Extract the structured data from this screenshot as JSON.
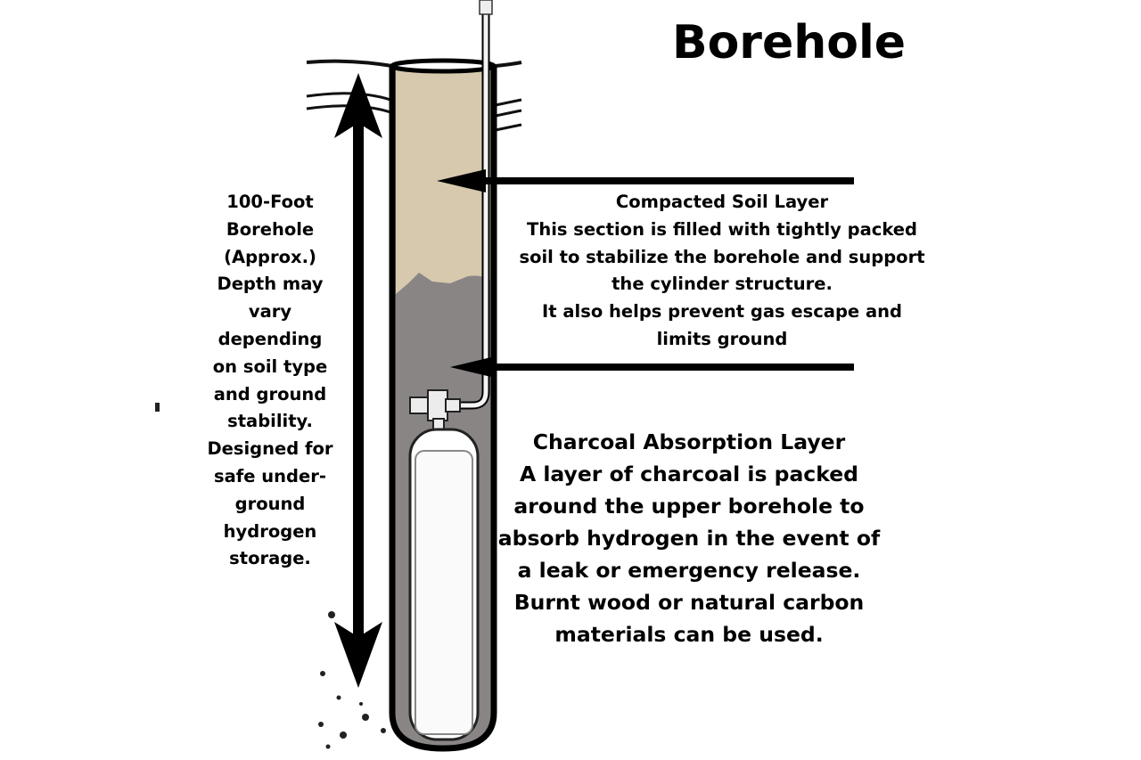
{
  "title": "Borehole",
  "depth_label": {
    "lines": [
      "100-Foot",
      "Borehole",
      "(Approx.)",
      "Depth may",
      "vary",
      "depending",
      "on soil type",
      "and ground",
      "stability.",
      "Designed for",
      "safe under-",
      "ground",
      "hydrogen",
      "storage."
    ]
  },
  "compacted_soil": {
    "lines": [
      "Compacted Soil Layer",
      "This section is filled with tightly packed",
      "soil to stabilize the borehole and support",
      "the cylinder structure.",
      "It also helps prevent gas escape and",
      "limits ground"
    ]
  },
  "charcoal": {
    "lines": [
      "Charcoal Absorption Layer",
      "A layer of charcoal is packed",
      "around the upper borehole to",
      "absorb hydrogen in the event of",
      "a leak or emergency release.",
      "Burnt wood or natural carbon",
      "materials can be used."
    ]
  },
  "colors": {
    "soil": "#d6c9ae",
    "charcoal": "#8a8585",
    "outline": "#000000"
  }
}
